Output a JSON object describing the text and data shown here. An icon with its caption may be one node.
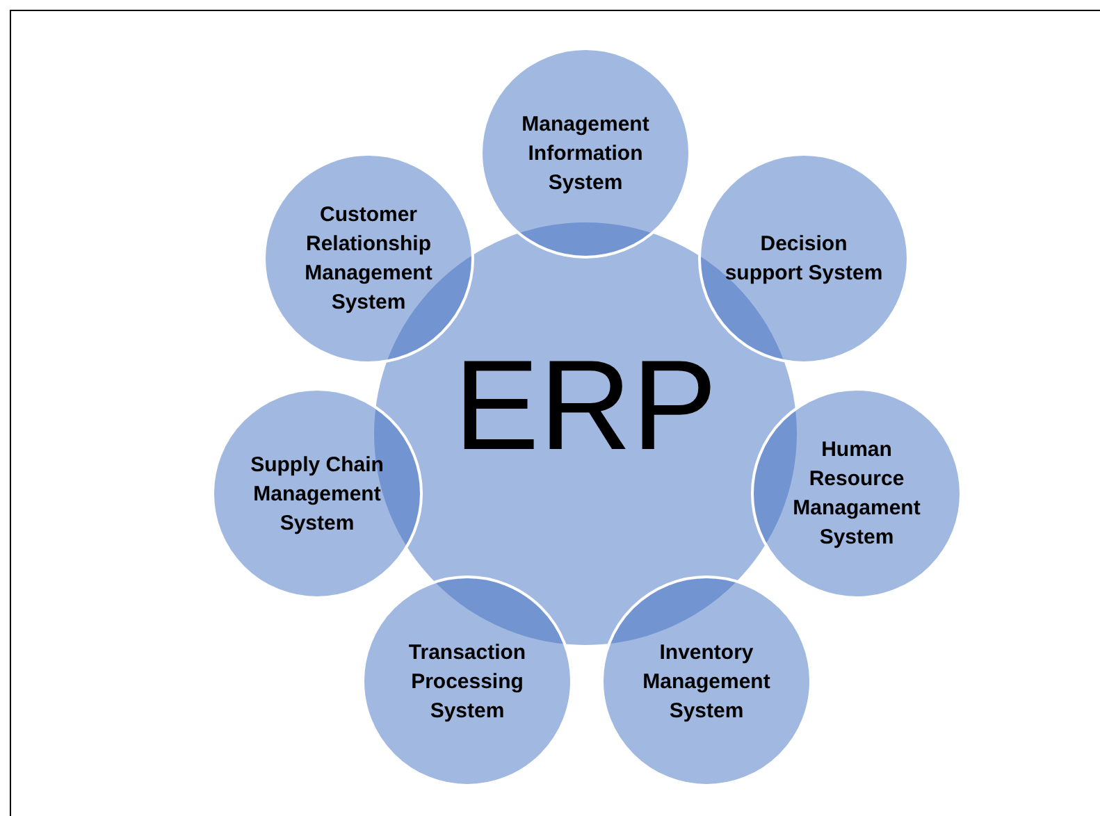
{
  "diagram": {
    "nodes": [
      {
        "text": [
          "ERP"
        ]
      },
      {
        "text": [
          "Management Information System"
        ]
      },
      {
        "text": [
          "Decision support System"
        ]
      },
      {
        "text": [
          "Human Resource Managament System"
        ]
      },
      {
        "text": [
          "Inventory Management System"
        ]
      },
      {
        "text": [
          "Transaction Processing System"
        ]
      },
      {
        "text": [
          "Supply Chain Management System"
        ]
      },
      {
        "text": [
          "Customer Relationship Management System"
        ]
      }
    ],
    "edges": []
  }
}
